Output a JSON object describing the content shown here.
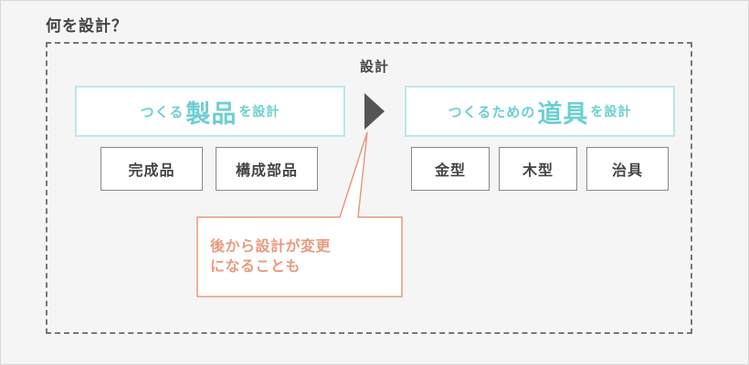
{
  "title": "何を設計？",
  "center_label": "設計",
  "left_group": {
    "header": {
      "pre": "つくる",
      "emph": "製品",
      "post": "を設計"
    },
    "items": [
      "完成品",
      "構成部品"
    ]
  },
  "right_group": {
    "header": {
      "pre": "つくるための",
      "emph": "道具",
      "post": "を設計"
    },
    "items": [
      "金型",
      "木型",
      "治具"
    ]
  },
  "callout": {
    "line1": "後から設計が変更",
    "line2": "になることも"
  },
  "colors": {
    "accent_teal": "#6ccfd2",
    "teal_border": "#bfe6e8",
    "callout_orange": "#e89a7f",
    "arrow": "#555555"
  }
}
